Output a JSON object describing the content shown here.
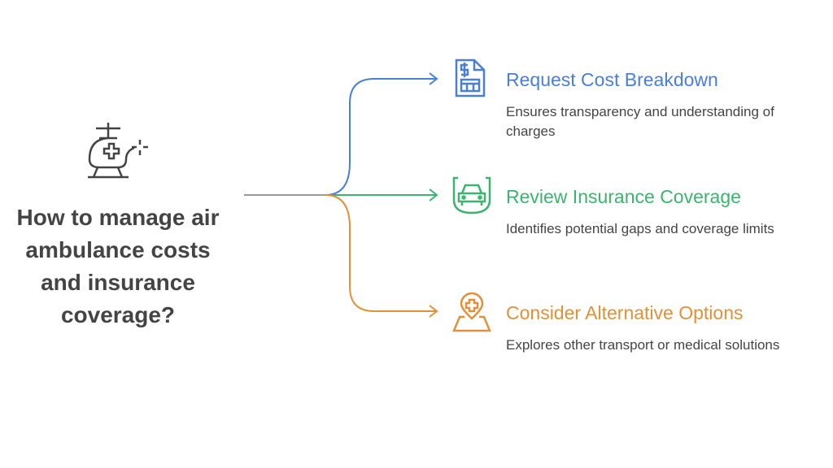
{
  "question": "How to manage air ambulance costs and insurance coverage?",
  "colors": {
    "blue": "#4a7fd4",
    "green": "#3cb36e",
    "orange": "#e0913a",
    "text": "#444444",
    "line": "#999999"
  },
  "branches": [
    {
      "title": "Request Cost Breakdown",
      "description": "Ensures transparency and understanding of charges",
      "icon": "invoice-icon"
    },
    {
      "title": "Review Insurance Coverage",
      "description": "Identifies potential gaps and coverage limits",
      "icon": "car-shield-icon"
    },
    {
      "title": "Consider Alternative Options",
      "description": "Explores other transport or medical solutions",
      "icon": "map-pin-icon"
    }
  ]
}
